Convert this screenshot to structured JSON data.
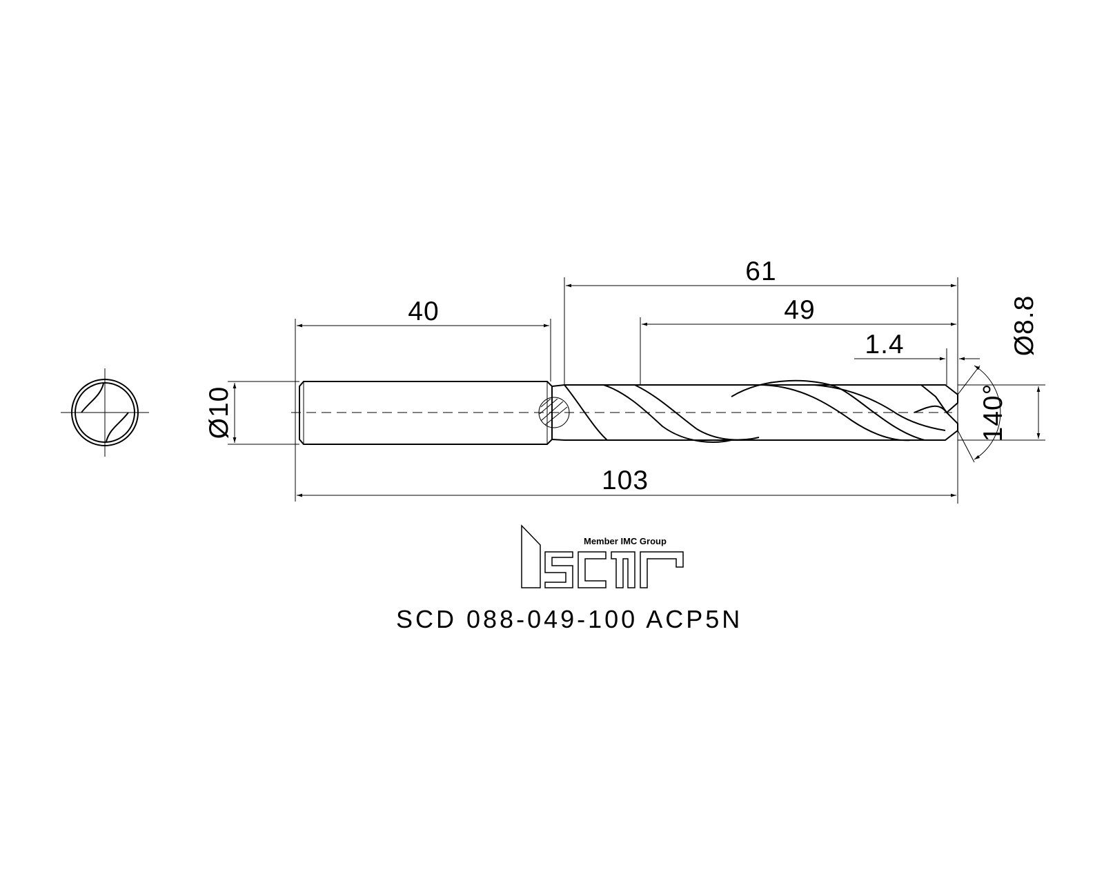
{
  "drawing": {
    "dimensions": {
      "shank_length": "40",
      "flute_length": "61",
      "cutting_length": "49",
      "tip_offset": "1.4",
      "overall_length": "103",
      "shank_diameter": "Ø10",
      "drill_diameter": "Ø8.8",
      "point_angle": "140°"
    },
    "logo": {
      "wordmark": "iscar",
      "tagline": "Member IMC Group"
    },
    "part_number": "SCD 088-049-100 ACP5N"
  }
}
